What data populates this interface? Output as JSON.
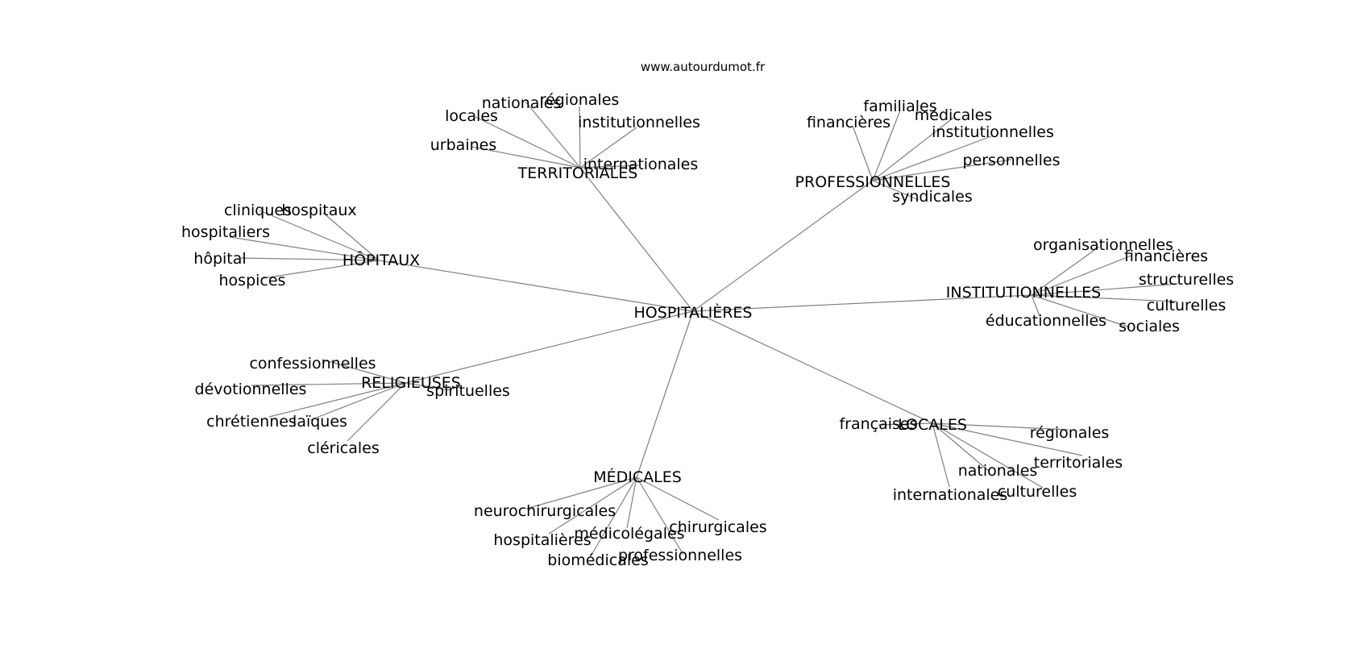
{
  "watermark": "www.autourdumot.fr",
  "colors": {
    "edge": "#808080",
    "text": "#000000",
    "background": "#ffffff"
  },
  "graph": {
    "center": "HOSPITALIÈRES",
    "clusters": [
      {
        "hub": "TERRITORIALES",
        "words": [
          "nationales",
          "régionales",
          "locales",
          "institutionnelles",
          "urbaines",
          "internationales"
        ]
      },
      {
        "hub": "PROFESSIONNELLES",
        "words": [
          "familiales",
          "financières",
          "médicales",
          "institutionnelles",
          "personnelles",
          "syndicales"
        ]
      },
      {
        "hub": "HÔPITAUX",
        "words": [
          "cliniques",
          "hospitaux",
          "hospitaliers",
          "hôpital",
          "hospices"
        ]
      },
      {
        "hub": "INSTITUTIONNELLES",
        "words": [
          "organisationnelles",
          "financières",
          "structurelles",
          "culturelles",
          "éducationnelles",
          "sociales"
        ]
      },
      {
        "hub": "RELIGIEUSES",
        "words": [
          "confessionnelles",
          "dévotionnelles",
          "spirituelles",
          "chrétiennes",
          "laïques",
          "cléricales"
        ]
      },
      {
        "hub": "LOCALES",
        "words": [
          "françaises",
          "régionales",
          "territoriales",
          "nationales",
          "internationales",
          "culturelles"
        ]
      },
      {
        "hub": "MÉDICALES",
        "words": [
          "neurochirurgicales",
          "chirurgicales",
          "médicolégales",
          "hospitalières",
          "professionnelles",
          "biomédicales"
        ]
      }
    ]
  }
}
